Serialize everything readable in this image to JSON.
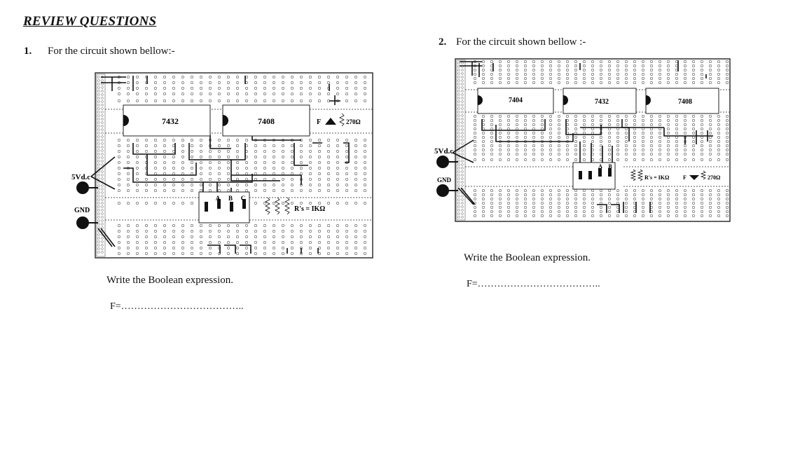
{
  "heading": "REVIEW QUESTIONS",
  "q1": {
    "number": "1.",
    "text": "For the circuit shown bellow:-",
    "chips": [
      "7432",
      "7408"
    ],
    "supply_label": "5Vd.c",
    "ground_label": "GND",
    "switch_labels": [
      "A",
      "B",
      "C"
    ],
    "output_label": "F",
    "resistor_label": "R's = IKΩ",
    "led_resistor_label": "270Ω",
    "instruction": "Write the Boolean expression.",
    "answer": "F=……………………………….."
  },
  "q2": {
    "number": "2.",
    "text": "For the circuit shown bellow :-",
    "chips": [
      "7404",
      "7432",
      "7408"
    ],
    "supply_label": "5Vd.c",
    "ground_label": "GND",
    "switch_labels": [
      "A",
      "B"
    ],
    "output_label": "F",
    "resistor_label": "R's = IKΩ",
    "led_resistor_label": "270Ω",
    "instruction": "Write the Boolean expression.",
    "answer": "F=……………………………….."
  }
}
